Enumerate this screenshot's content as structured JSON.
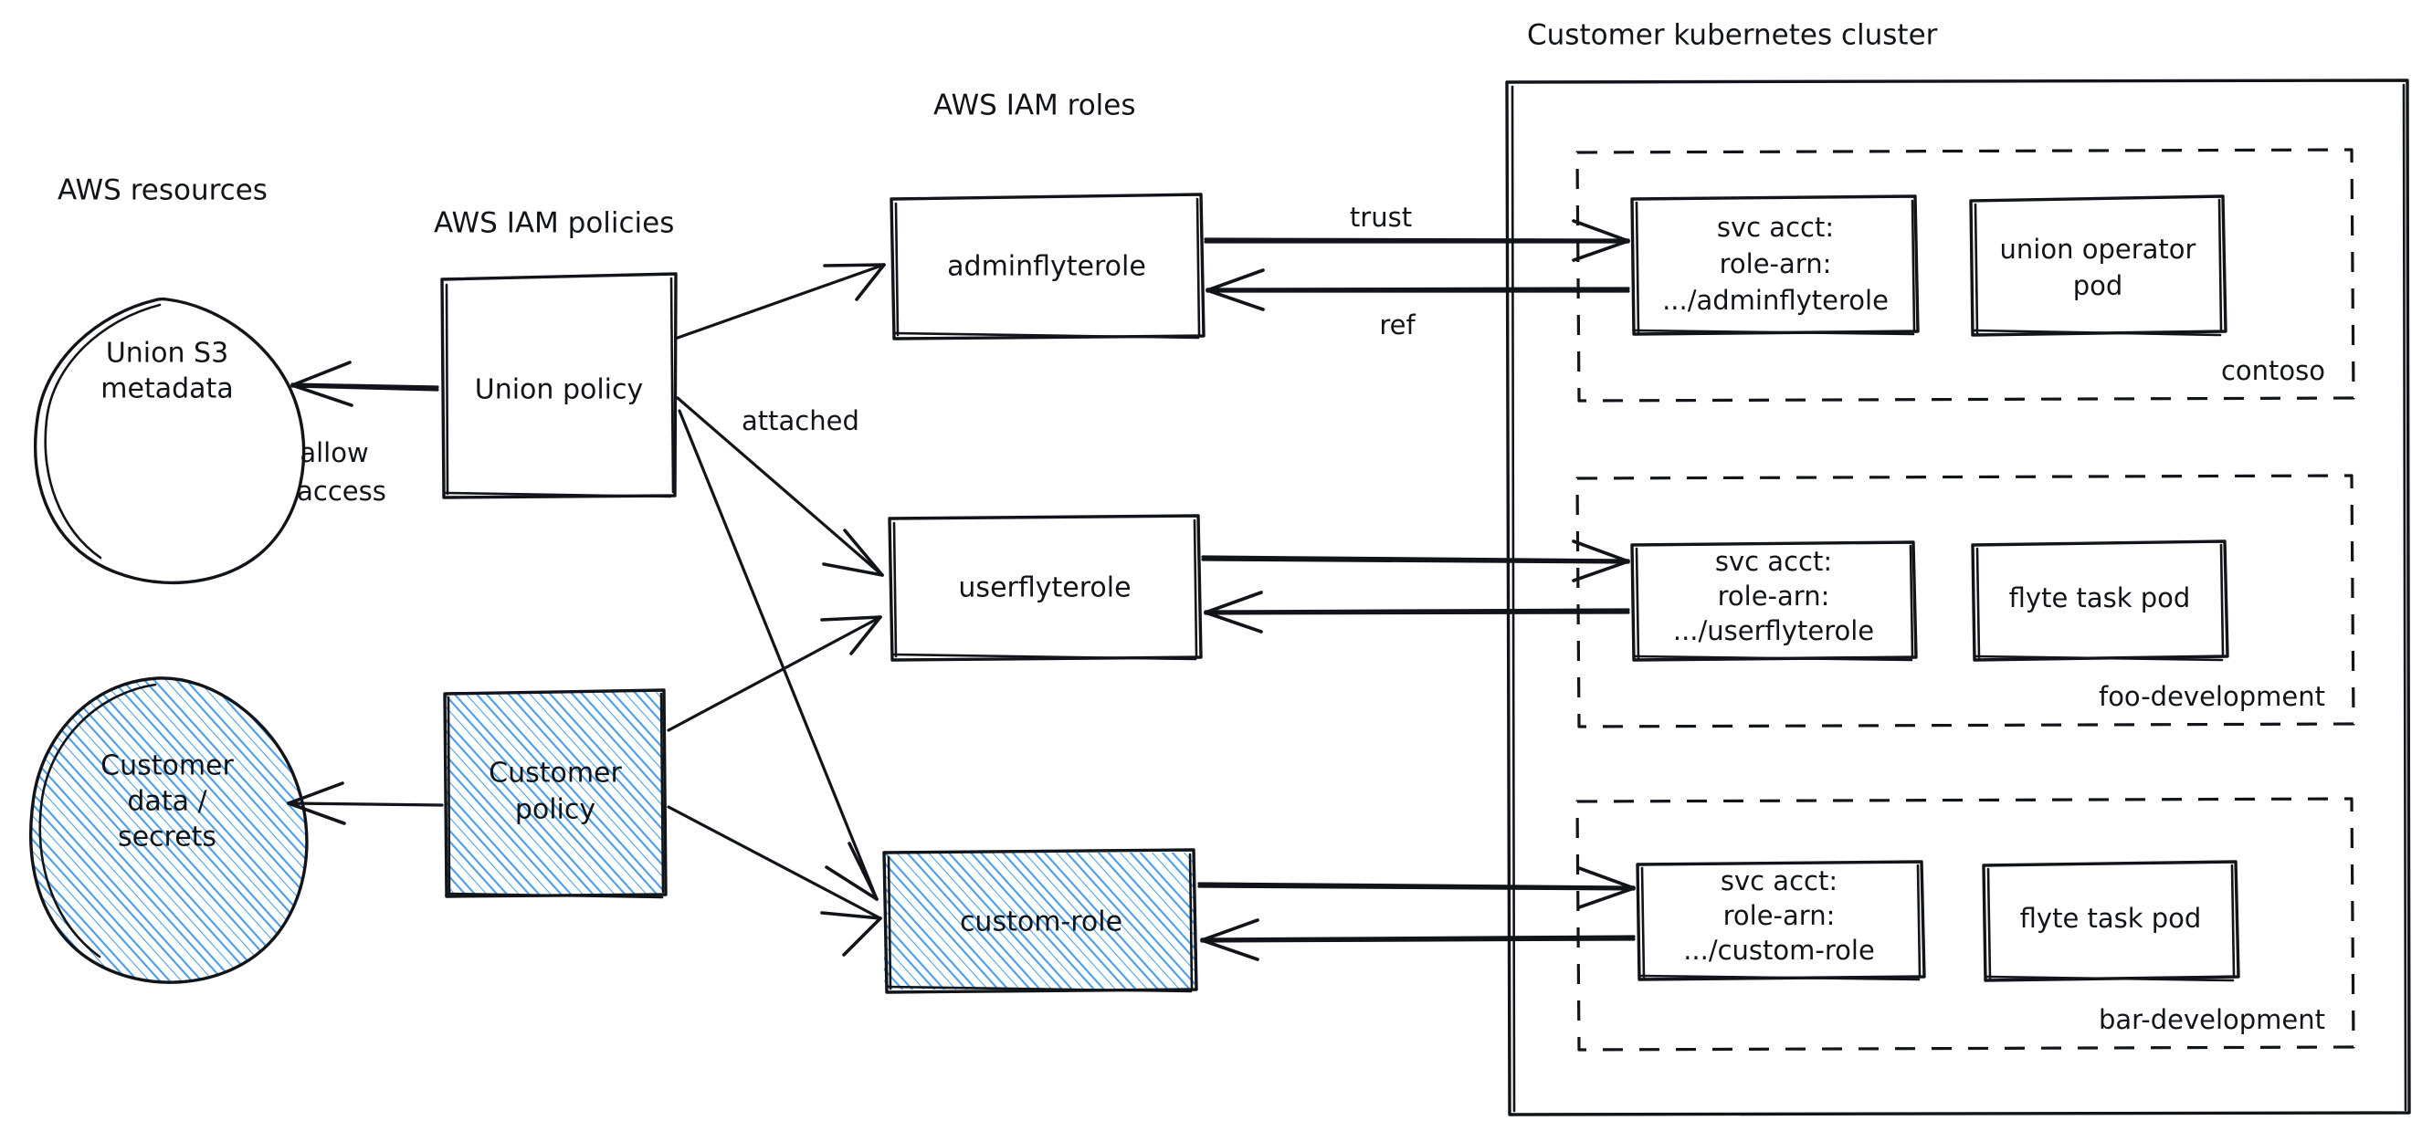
{
  "diagram": {
    "title_groups": {
      "aws_resources": "AWS resources",
      "aws_iam_policies": "AWS IAM policies",
      "aws_iam_roles": "AWS IAM roles",
      "customer_cluster": "Customer kubernetes cluster"
    },
    "colors": {
      "stroke": "#111418",
      "hatch_blue": "#4a9de8",
      "background": "#ffffff"
    },
    "resources": [
      {
        "id": "union-s3",
        "label_line1": "Union S3",
        "label_line2": "metadata",
        "shape": "ellipse",
        "filled": false
      },
      {
        "id": "customer-data",
        "label_line1": "Customer",
        "label_line2": "data /",
        "label_line3": "secrets",
        "shape": "ellipse",
        "filled": true
      }
    ],
    "policies": [
      {
        "id": "union-policy",
        "label": "Union policy",
        "shape": "rect",
        "filled": false
      },
      {
        "id": "customer-policy",
        "label_line1": "Customer",
        "label_line2": "policy",
        "shape": "rect",
        "filled": true
      }
    ],
    "roles": [
      {
        "id": "adminflyterole",
        "label": "adminflyterole",
        "filled": false
      },
      {
        "id": "userflyterole",
        "label": "userflyterole",
        "filled": false
      },
      {
        "id": "custom-role",
        "label": "custom-role",
        "filled": true
      }
    ],
    "namespaces": [
      {
        "id": "contoso",
        "name": "contoso",
        "service_account": {
          "line1": "svc acct:",
          "line2": "role-arn:",
          "line3": ".../adminflyterole"
        },
        "pod": {
          "line1": "union operator",
          "line2": "pod"
        }
      },
      {
        "id": "foo-development",
        "name": "foo-development",
        "service_account": {
          "line1": "svc acct:",
          "line2": "role-arn:",
          "line3": ".../userflyterole"
        },
        "pod": {
          "line1": "flyte task pod",
          "line2": ""
        }
      },
      {
        "id": "bar-development",
        "name": "bar-development",
        "service_account": {
          "line1": "svc acct:",
          "line2": "role-arn:",
          "line3": ".../custom-role"
        },
        "pod": {
          "line1": "flyte task pod",
          "line2": ""
        }
      }
    ],
    "edge_labels": {
      "allow_line1": "allow",
      "allow_line2": "access",
      "attached": "attached",
      "trust": "trust",
      "ref": "ref"
    }
  }
}
